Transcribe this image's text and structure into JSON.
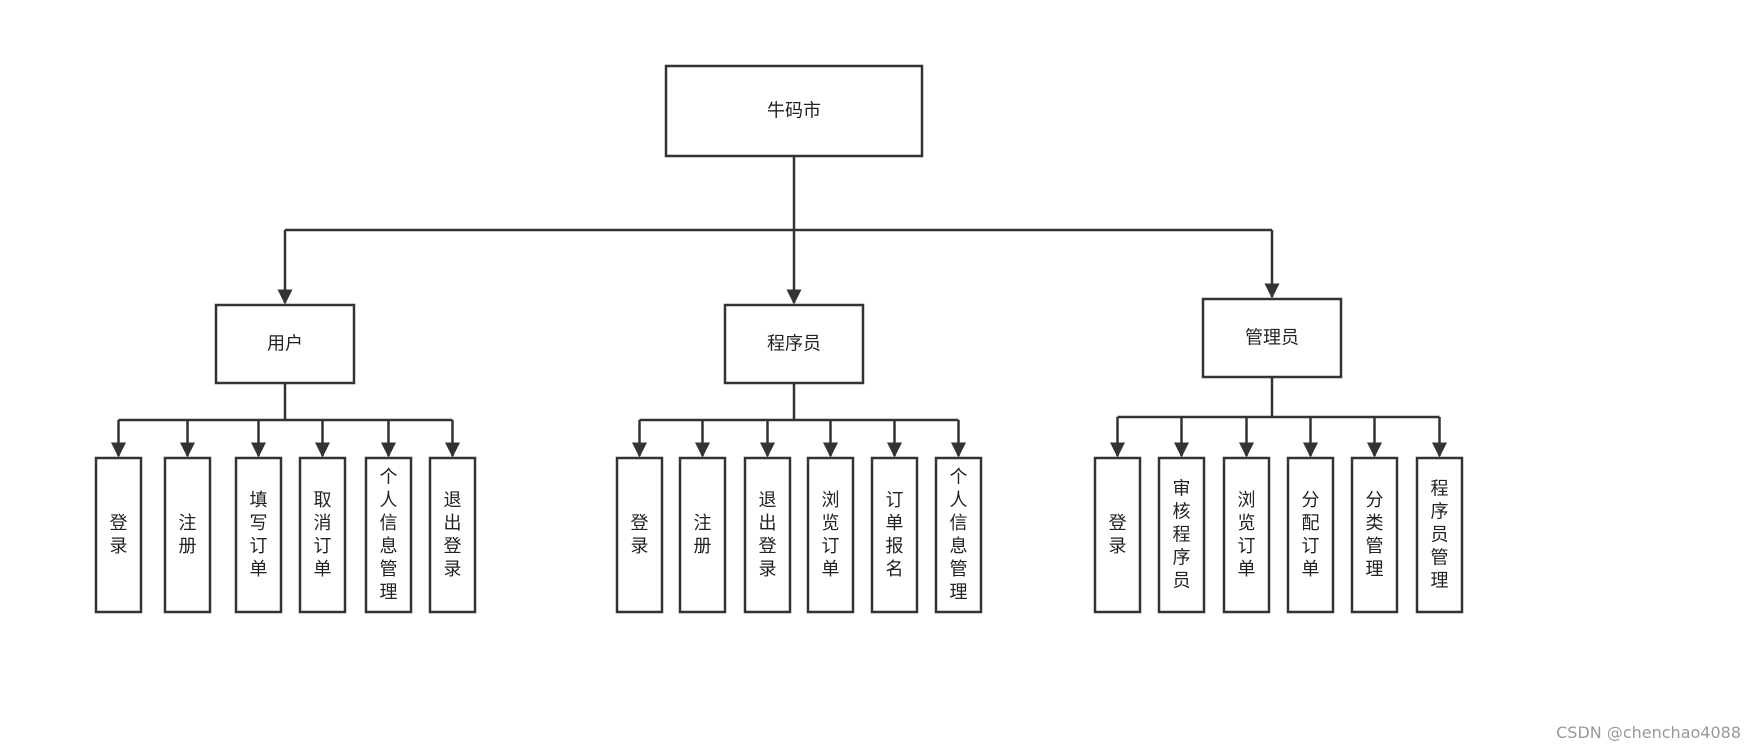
{
  "root": {
    "label": "牛码市"
  },
  "groups": [
    {
      "label": "用户",
      "children": [
        "登录",
        "注册",
        "填写订单",
        "取消订单",
        "个人信息管理",
        "退出登录"
      ]
    },
    {
      "label": "程序员",
      "children": [
        "登录",
        "注册",
        "退出登录",
        "浏览订单",
        "订单报名",
        "个人信息管理"
      ]
    },
    {
      "label": "管理员",
      "children": [
        "登录",
        "审核程序员",
        "浏览订单",
        "分配订单",
        "分类管理",
        "程序员管理"
      ]
    }
  ],
  "watermark": "CSDN @chenchao4088",
  "colors": {
    "stroke": "#333333",
    "text": "#222222",
    "watermark": "#999999"
  }
}
